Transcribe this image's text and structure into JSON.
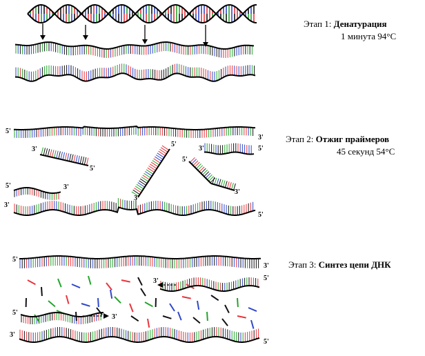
{
  "stages": [
    {
      "prefix": "Этап 1: ",
      "name": "Денатурация",
      "detail": "1 минута 94°C"
    },
    {
      "prefix": "Этап 2: ",
      "name": "Отжиг  праймеров",
      "detail": "45 секунд 54°C"
    },
    {
      "prefix": "Этап 3: ",
      "name": "Синтез цепи  ДНК",
      "detail": ""
    }
  ],
  "ends": {
    "five": "5'",
    "three": "3'"
  },
  "base_colors": [
    "#e8343a",
    "#2f47c9",
    "#22a52a",
    "#111111"
  ]
}
